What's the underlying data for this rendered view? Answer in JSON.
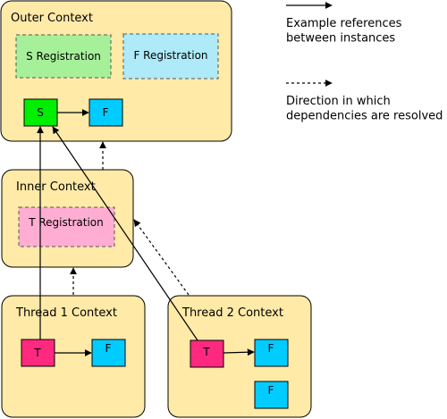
{
  "legend": {
    "solid_line": "Example references\nbetween instances",
    "dashed_line": "Direction in which\ndependencies are resolved"
  },
  "contexts": {
    "outer": {
      "title": "Outer Context",
      "s_registration": "S Registration",
      "f_registration": "F Registration",
      "s_instance": "S",
      "f_instance": "F"
    },
    "inner": {
      "title": "Inner Context",
      "t_registration": "T Registration"
    },
    "thread1": {
      "title": "Thread 1 Context",
      "t_instance": "T",
      "f_instance": "F"
    },
    "thread2": {
      "title": "Thread 2 Context",
      "t_instance": "T",
      "f_instance_1": "F",
      "f_instance_2": "F"
    }
  },
  "colors": {
    "context_fill": "#ffeaa8",
    "context_stroke": "#000000",
    "s_registration_fill": "#a6f09a",
    "f_registration_fill": "#aeeaf8",
    "t_registration_fill": "#ffadd2",
    "s_instance_fill": "#00ee00",
    "f_instance_fill": "#00ccff",
    "t_instance_fill": "#ff2a7f"
  }
}
